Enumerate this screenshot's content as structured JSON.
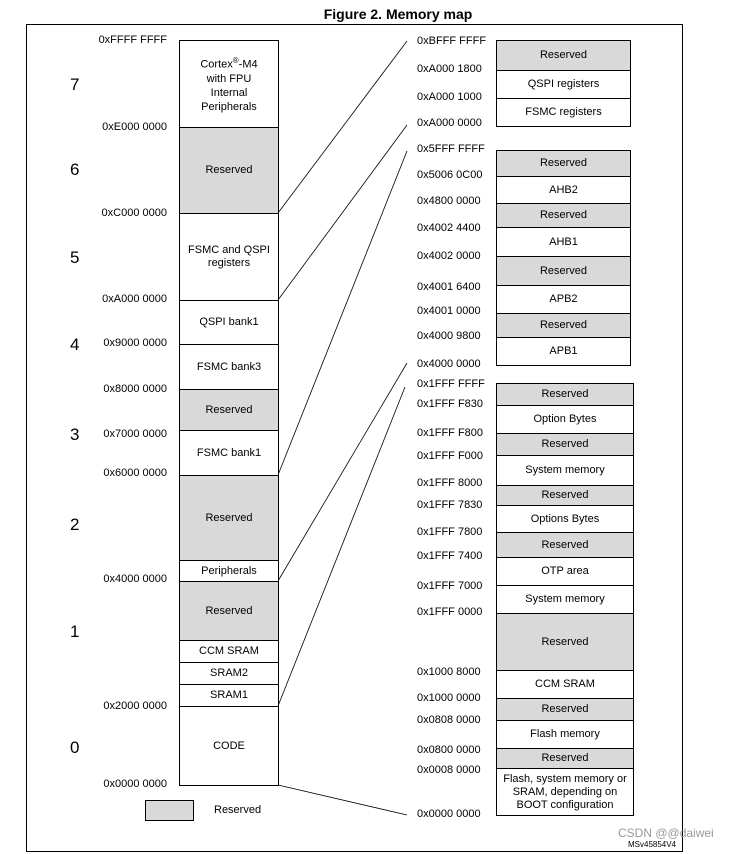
{
  "title": "Figure 2. Memory map",
  "colors": {
    "reserved": "#d9d9d9",
    "line": "#000000"
  },
  "regions": [
    "7",
    "6",
    "5",
    "4",
    "3",
    "2",
    "1",
    "0"
  ],
  "left_map": {
    "addresses": [
      "0xFFFF FFFF",
      "0xE000 0000",
      "0xC000 0000",
      "0xA000 0000",
      "0x9000 0000",
      "0x8000 0000",
      "0x7000 0000",
      "0x6000 0000",
      "0x4000 0000",
      "0x2000 0000",
      "0x0000 0000"
    ],
    "blocks": [
      {
        "label": "Cortex®-M4 with FPU Internal Peripherals",
        "reserved": false
      },
      {
        "label": "Reserved",
        "reserved": true
      },
      {
        "label": "FSMC and QSPI registers",
        "reserved": false
      },
      {
        "label": "QSPI bank1",
        "reserved": false
      },
      {
        "label": "FSMC bank3",
        "reserved": false
      },
      {
        "label": "Reserved",
        "reserved": true
      },
      {
        "label": "FSMC bank1",
        "reserved": false
      },
      {
        "label": "Reserved",
        "reserved": true
      },
      {
        "label": "Peripherals",
        "reserved": false
      },
      {
        "label": "Reserved",
        "reserved": true
      },
      {
        "label": "CCM SRAM",
        "reserved": false
      },
      {
        "label": "SRAM2",
        "reserved": false
      },
      {
        "label": "SRAM1",
        "reserved": false
      },
      {
        "label": "CODE",
        "reserved": false
      }
    ]
  },
  "fsmc_map": {
    "addresses": [
      "0xBFFF FFFF",
      "0xA000 1800",
      "0xA000 1000",
      "0xA000 0000"
    ],
    "blocks": [
      {
        "label": "Reserved",
        "reserved": true
      },
      {
        "label": "QSPI registers",
        "reserved": false
      },
      {
        "label": "FSMC registers",
        "reserved": false
      }
    ]
  },
  "periph_map": {
    "addresses": [
      "0x5FFF FFFF",
      "0x5006 0C00",
      "0x4800 0000",
      "0x4002 4400",
      "0x4002 0000",
      "0x4001 6400",
      "0x4001 0000",
      "0x4000 9800",
      "0x4000 0000"
    ],
    "blocks": [
      {
        "label": "Reserved",
        "reserved": true
      },
      {
        "label": "AHB2",
        "reserved": false
      },
      {
        "label": "Reserved",
        "reserved": true
      },
      {
        "label": "AHB1",
        "reserved": false
      },
      {
        "label": "Reserved",
        "reserved": true
      },
      {
        "label": "APB2",
        "reserved": false
      },
      {
        "label": "Reserved",
        "reserved": true
      },
      {
        "label": "APB1",
        "reserved": false
      }
    ]
  },
  "code_map": {
    "addresses": [
      "0x1FFF FFFF",
      "0x1FFF F830",
      "0x1FFF F800",
      "0x1FFF F000",
      "0x1FFF 8000",
      "0x1FFF 7830",
      "0x1FFF 7800",
      "0x1FFF 7400",
      "0x1FFF 7000",
      "0x1FFF 0000",
      "0x1000 8000",
      "0x1000 0000",
      "0x0808 0000",
      "0x0800 0000",
      "0x0008 0000",
      "0x0000 0000"
    ],
    "blocks": [
      {
        "label": "Reserved",
        "reserved": true
      },
      {
        "label": "Option Bytes",
        "reserved": false
      },
      {
        "label": "Reserved",
        "reserved": true
      },
      {
        "label": "System memory",
        "reserved": false
      },
      {
        "label": "Reserved",
        "reserved": true
      },
      {
        "label": "Options Bytes",
        "reserved": false
      },
      {
        "label": "Reserved",
        "reserved": true
      },
      {
        "label": "OTP area",
        "reserved": false
      },
      {
        "label": "System memory",
        "reserved": false
      },
      {
        "label": "Reserved",
        "reserved": true
      },
      {
        "label": "CCM SRAM",
        "reserved": false
      },
      {
        "label": "Reserved",
        "reserved": true
      },
      {
        "label": "Flash memory",
        "reserved": false
      },
      {
        "label": "Reserved",
        "reserved": true
      },
      {
        "label": "Flash, system memory or SRAM, depending on BOOT configuration",
        "reserved": false
      }
    ]
  },
  "legend": {
    "label": "Reserved"
  },
  "figure_code": "MSv45854V4",
  "watermark": "CSDN @@daiwei"
}
